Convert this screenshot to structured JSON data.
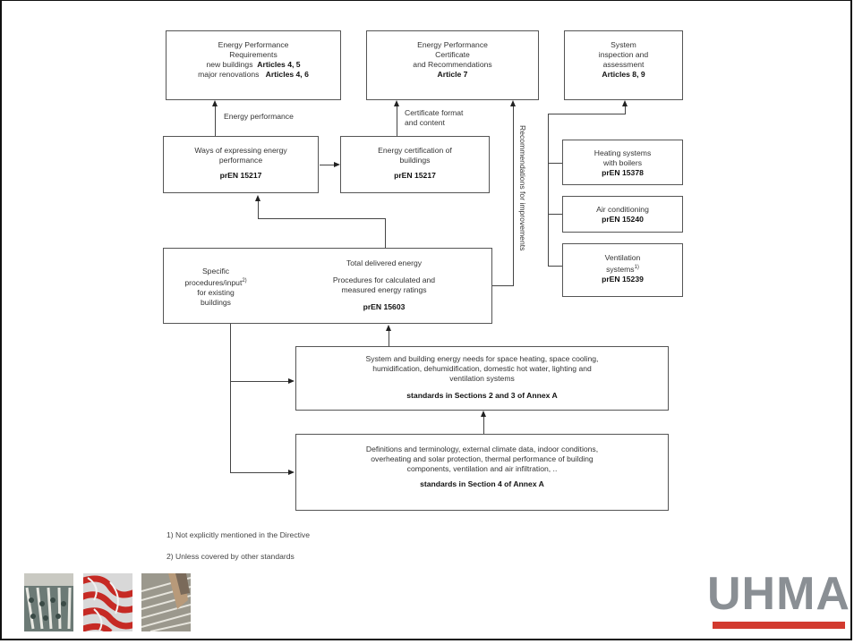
{
  "boxes": {
    "req": {
      "l1": "Energy Performance",
      "l2": "Requirements",
      "l3a": "new buildings",
      "l3b": "Articles 4, 5",
      "l4a": "major renovations",
      "l4b": "Articles 4, 6"
    },
    "cert": {
      "l1": "Energy Performance",
      "l2": "Certificate",
      "l3": "and Recommendations",
      "l4": "Article 7"
    },
    "sys": {
      "l1": "System",
      "l2": "inspection and",
      "l3": "assessment",
      "l4": "Articles 8, 9"
    },
    "ways": {
      "l1": "Ways of expressing energy",
      "l2": "performance",
      "l3": "prEN 15217"
    },
    "ecert": {
      "l1": "Energy certification of",
      "l2": "buildings",
      "l3": "prEN 15217"
    },
    "heat": {
      "l1": "Heating systems",
      "l2": "with boilers",
      "l3": "prEN 15378"
    },
    "air": {
      "l1": "Air conditioning",
      "l2": "prEN 15240"
    },
    "vent": {
      "l1": "Ventilation",
      "l2": "systems",
      "sup": "1)",
      "l3": "prEN 15239"
    },
    "total": {
      "left1": "Specific",
      "left2": "procedures/input",
      "left_sup": "2)",
      "left3": "for existing",
      "left4": "buildings",
      "title": "Total delivered energy",
      "p1": "Procedures for calculated and",
      "p2": "measured energy ratings",
      "std": "prEN 15603"
    },
    "needs": {
      "l1": "System and building energy needs for space heating, space cooling,",
      "l2": "humidification, dehumidification, domestic hot water, lighting and",
      "l3": "ventilation systems",
      "std": "standards in Sections 2 and 3 of Annex A"
    },
    "defs": {
      "l1": "Definitions and terminology, external climate data, indoor conditions,",
      "l2": "overheating and solar protection, thermal performance of building",
      "l3": "components, ventilation and air infiltration, ..",
      "std": "standards in Section 4 of Annex A"
    }
  },
  "labels": {
    "energy_performance": "Energy performance",
    "cert_format1": "Certificate format",
    "cert_format2": "and content",
    "recommendations": "Recommendations for improvements"
  },
  "footnotes": {
    "f1": "1) Not explicitly mentioned in the Directive",
    "f2": "2) Unless covered by other standards"
  },
  "logo": {
    "text": "UHMA",
    "bar_color": "#d23a2f",
    "text_color": "#8a8f94"
  },
  "photos": [
    {
      "name": "photo-pipes-manifold",
      "color": "#5e6e6a"
    },
    {
      "name": "photo-red-pipes",
      "color": "#c0302a"
    },
    {
      "name": "photo-floor-heating",
      "color": "#8c8a80"
    }
  ]
}
